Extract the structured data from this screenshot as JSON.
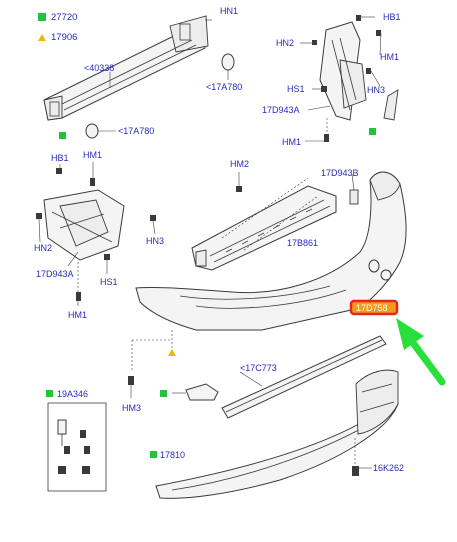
{
  "legend": {
    "square_code": "27720",
    "triangle_code": "17906"
  },
  "labels": {
    "hn1_top": "HN1",
    "ref_40338": "<40338",
    "ref_17a780_a": "<17A780",
    "ref_17a780_b": "<17A780",
    "hb1_right": "HB1",
    "hn2_right": "HN2",
    "hm1_right_top": "HM1",
    "hs1_right": "HS1",
    "hn3_right": "HN3",
    "ref_17d943a_right": "17D943A",
    "hm1_right_bottom": "HM1",
    "hb1_left": "HB1",
    "hm1_left_top": "HM1",
    "hm2": "HM2",
    "ref_17d943b": "17D943B",
    "hn2_left": "HN2",
    "hn3_left": "HN3",
    "ref_17d943a_left": "17D943A",
    "hs1_left": "HS1",
    "hm1_left_bottom": "HM1",
    "ref_17b861": "17B861",
    "highlighted_part": "17D758",
    "ref_17c773": "<17C773",
    "hm3": "HM3",
    "ref_19a346": "19A346",
    "ref_17810": "17810",
    "ref_16k262": "16K262"
  },
  "colors": {
    "label_text": "#2a2abf",
    "legend_square": "#22c33a",
    "legend_triangle": "#f2b705",
    "highlight_box": "#e8261e",
    "highlight_fill": "#f49a1c",
    "arrow": "#27e03a",
    "line_art": "#3a3a3a"
  },
  "icons": {
    "pointer": "green-arrow-icon",
    "square_marker": "green-square-icon",
    "triangle_marker": "yellow-triangle-icon"
  }
}
